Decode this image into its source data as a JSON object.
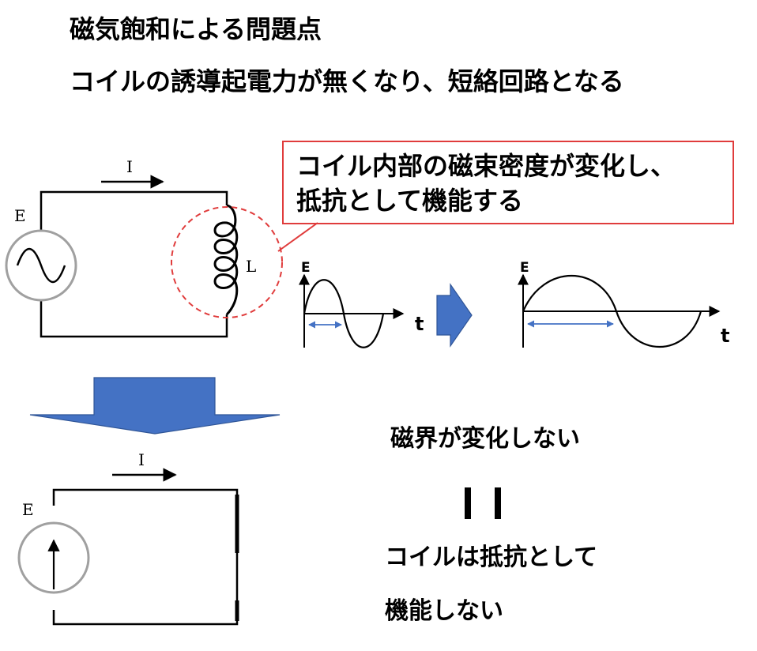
{
  "heading": "磁気飽和による問題点",
  "subheading": "コイルの誘導起電力が無くなり、短絡回路となる",
  "callout": {
    "line1": "コイル内部の磁束密度が変化し、",
    "line2": "抵抗として機能する"
  },
  "circuit_top": {
    "current_label": "I",
    "source_label": "E",
    "inductor_label": "L"
  },
  "circuit_bottom": {
    "current_label": "I",
    "source_label": "E"
  },
  "waveform_left": {
    "y_label": "E",
    "x_label": "t"
  },
  "waveform_right": {
    "y_label": "E",
    "x_label": "t"
  },
  "result": {
    "line1": "磁界が変化しない",
    "line2": "コイルは抵抗として",
    "line3": "機能しない"
  },
  "colors": {
    "callout_border": "#e03c3c",
    "dashed_circle": "#e03c3c",
    "arrow_fill": "#4472c4",
    "period_arrow": "#4472c4"
  }
}
